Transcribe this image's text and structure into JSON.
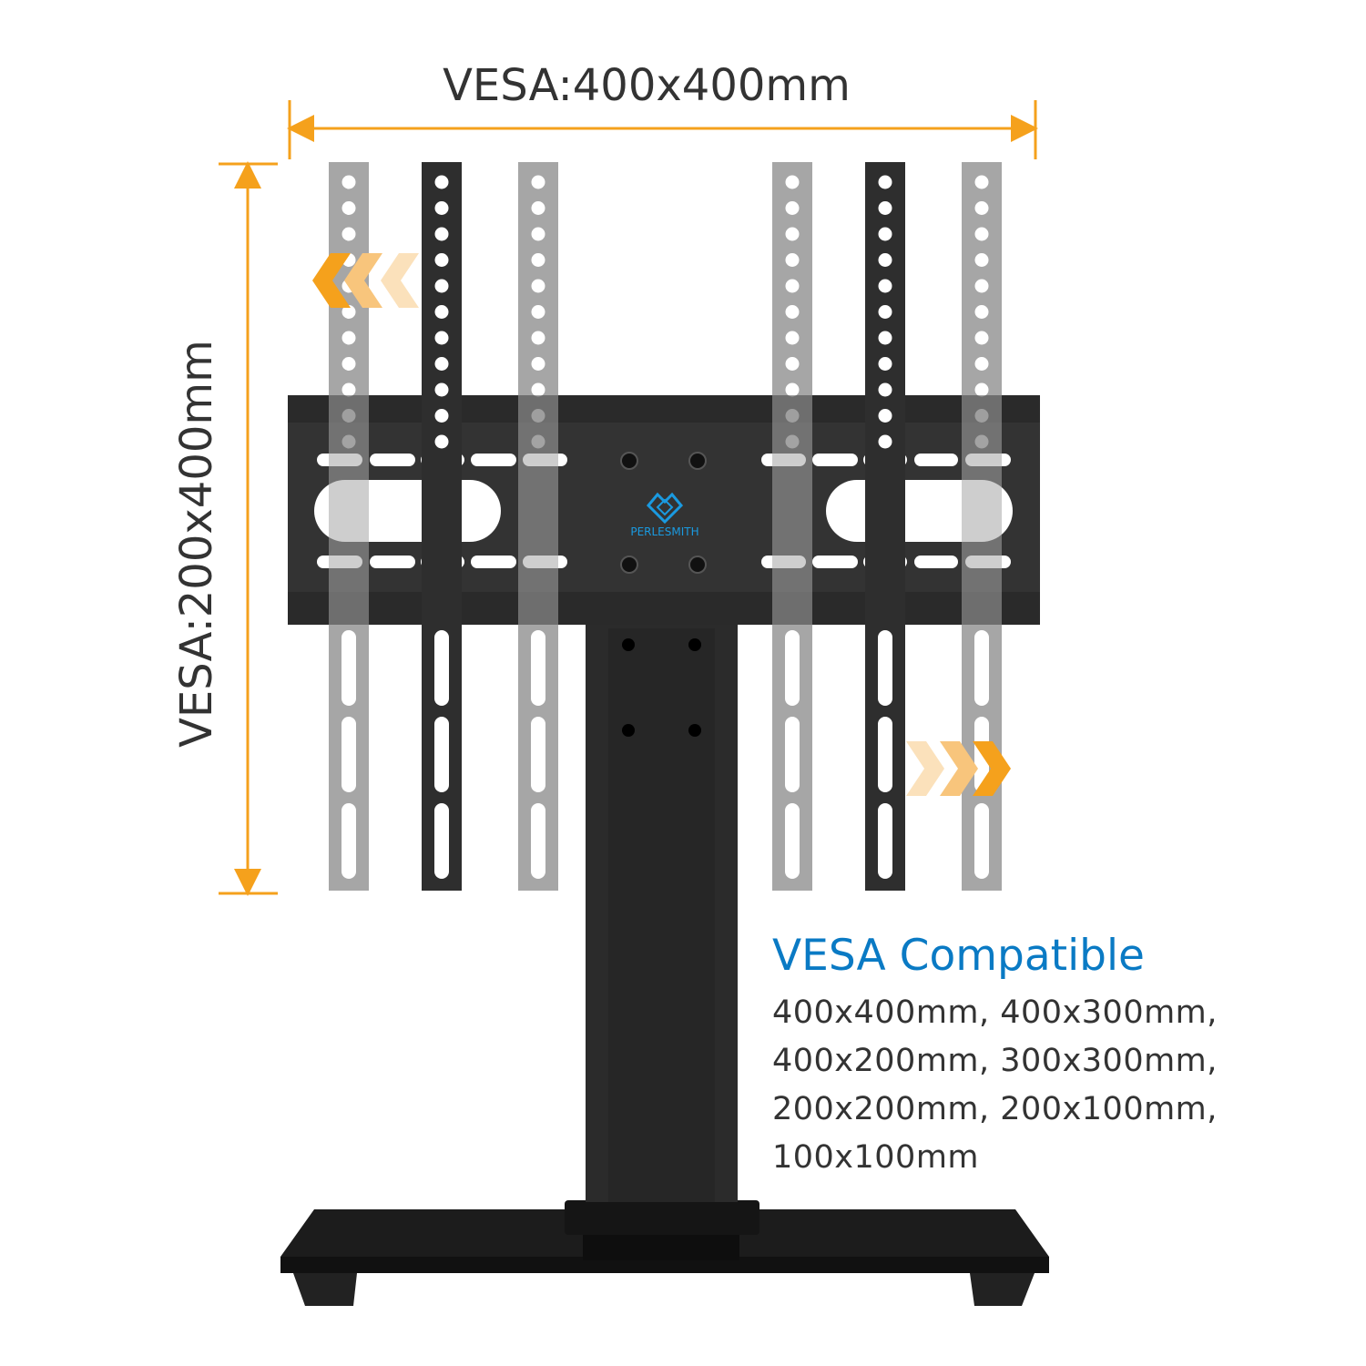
{
  "dimensions": {
    "width_label": "VESA:400x400mm",
    "height_label": "VESA:200x400mm"
  },
  "brand": {
    "name": "PERLESMITH"
  },
  "compatibility": {
    "heading": "VESA Compatible",
    "lines": [
      "400x400mm, 400x300mm,",
      "400x200mm, 300x300mm,",
      "200x200mm, 200x100mm,",
      "100x100mm"
    ]
  },
  "colors": {
    "accent": "#f5a11c",
    "brand_blue": "#0a7ac4",
    "metal": "#2e2e2e",
    "rail_ghost": "#a6a6a6"
  }
}
